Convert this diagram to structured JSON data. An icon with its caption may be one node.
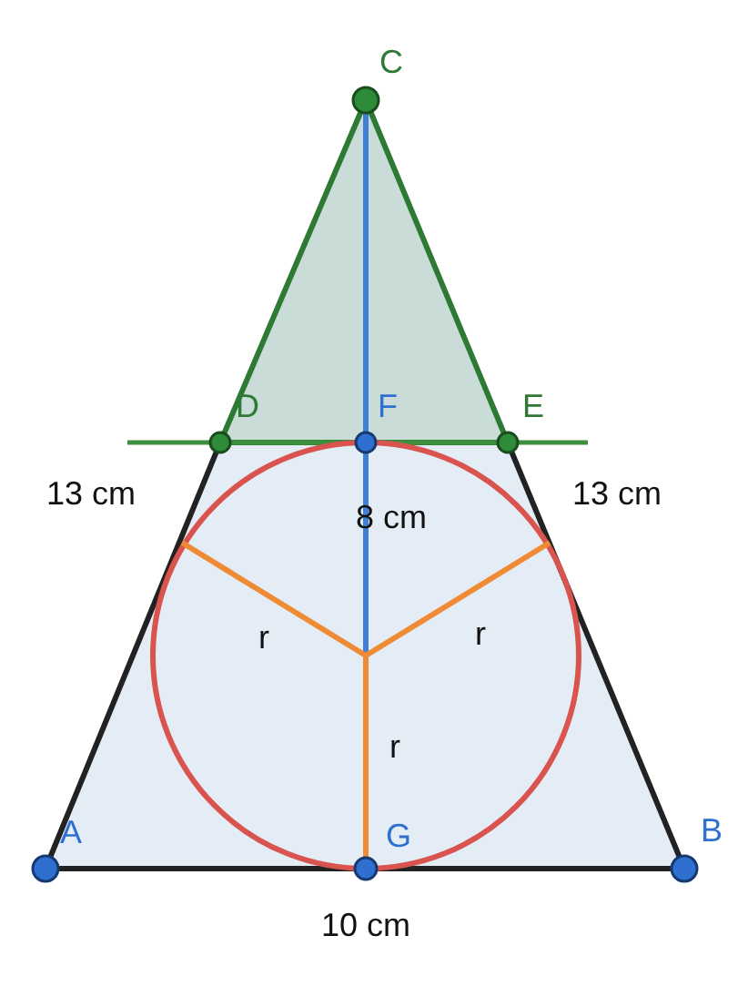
{
  "diagram": {
    "labels": [
      "C",
      "D",
      "F",
      "E",
      "13 cm",
      "8 cm",
      "13 cm",
      "r",
      "r",
      "r",
      "A",
      "G",
      "B",
      "10 cm"
    ]
  }
}
